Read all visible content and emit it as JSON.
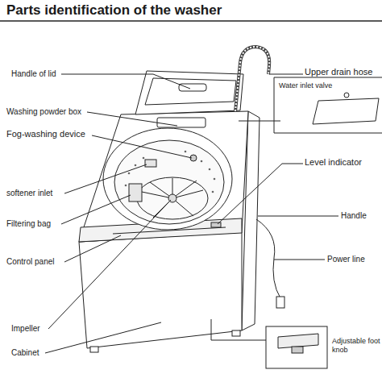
{
  "diagram": {
    "title": "Parts identification of the washer",
    "labels": [
      "Handle of lid",
      "Upper drain hose",
      "Washing powder box",
      "Water inlet valve",
      "Fog-washing device",
      "Level indicator",
      "softener inlet",
      "Handle",
      "Filtering bag",
      "Control panel",
      "Power line",
      "Impeller",
      "Cabinet",
      "Adjustable foot knob"
    ]
  }
}
